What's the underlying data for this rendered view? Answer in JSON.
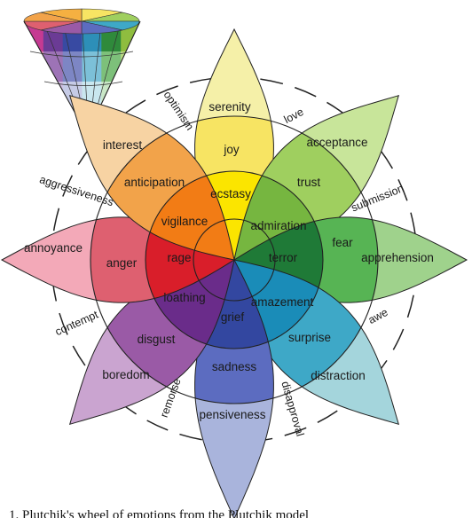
{
  "petals": [
    {
      "key": "joy",
      "colors": [
        "#f5f0a8",
        "#f7e463",
        "#fbe500"
      ],
      "labels": [
        "serenity",
        "joy",
        "ecstasy"
      ]
    },
    {
      "key": "trust",
      "colors": [
        "#c8e59a",
        "#9fcf5f",
        "#76b640"
      ],
      "labels": [
        "acceptance",
        "trust",
        "admiration"
      ]
    },
    {
      "key": "fear",
      "colors": [
        "#9fd28c",
        "#57b454",
        "#1f7a37"
      ],
      "labels": [
        "apprehension",
        "fear",
        "terror"
      ]
    },
    {
      "key": "surprise",
      "colors": [
        "#a4d5dc",
        "#3ea8c7",
        "#1a8cb8"
      ],
      "labels": [
        "distraction",
        "surprise",
        "amazement"
      ]
    },
    {
      "key": "sadness",
      "colors": [
        "#a9b4dc",
        "#5c6cc0",
        "#3347a0"
      ],
      "labels": [
        "pensiveness",
        "sadness",
        "grief"
      ]
    },
    {
      "key": "disgust",
      "colors": [
        "#caa4d0",
        "#9a5aa6",
        "#6a2c8a"
      ],
      "labels": [
        "boredom",
        "disgust",
        "loathing"
      ]
    },
    {
      "key": "anger",
      "colors": [
        "#f3a9b8",
        "#de6070",
        "#d91e2a"
      ],
      "labels": [
        "annoyance",
        "anger",
        "rage"
      ]
    },
    {
      "key": "anticipation",
      "colors": [
        "#f7d3a3",
        "#f2a34a",
        "#f27c15"
      ],
      "labels": [
        "interest",
        "anticipation",
        "vigilance"
      ]
    }
  ],
  "dyads": [
    "love",
    "submission",
    "awe",
    "disapproval",
    "remorse",
    "contempt",
    "aggressiveness",
    "optimism"
  ],
  "caption": "1. Plutchik's wheel of emotions from the Plutchik model"
}
